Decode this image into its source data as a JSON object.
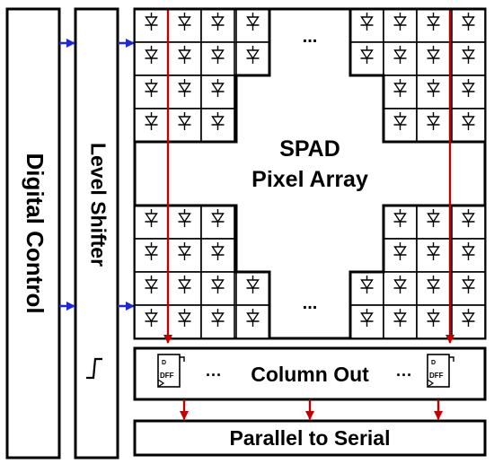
{
  "blocks": {
    "digital_control": "Digital Control",
    "level_shifter": "Level Shifter",
    "array_title_line1": "SPAD",
    "array_title_line2": "Pixel Array",
    "column_out": "Column Out",
    "parallel_to_serial": "Parallel to Serial"
  },
  "dff": {
    "d_label": "D",
    "name": "DFF"
  },
  "ellipsis": "...",
  "ellipsis_dots": "···",
  "colors": {
    "red_arrow": "#c00000",
    "blue_arrow": "#1e28d8",
    "line": "#000000"
  }
}
